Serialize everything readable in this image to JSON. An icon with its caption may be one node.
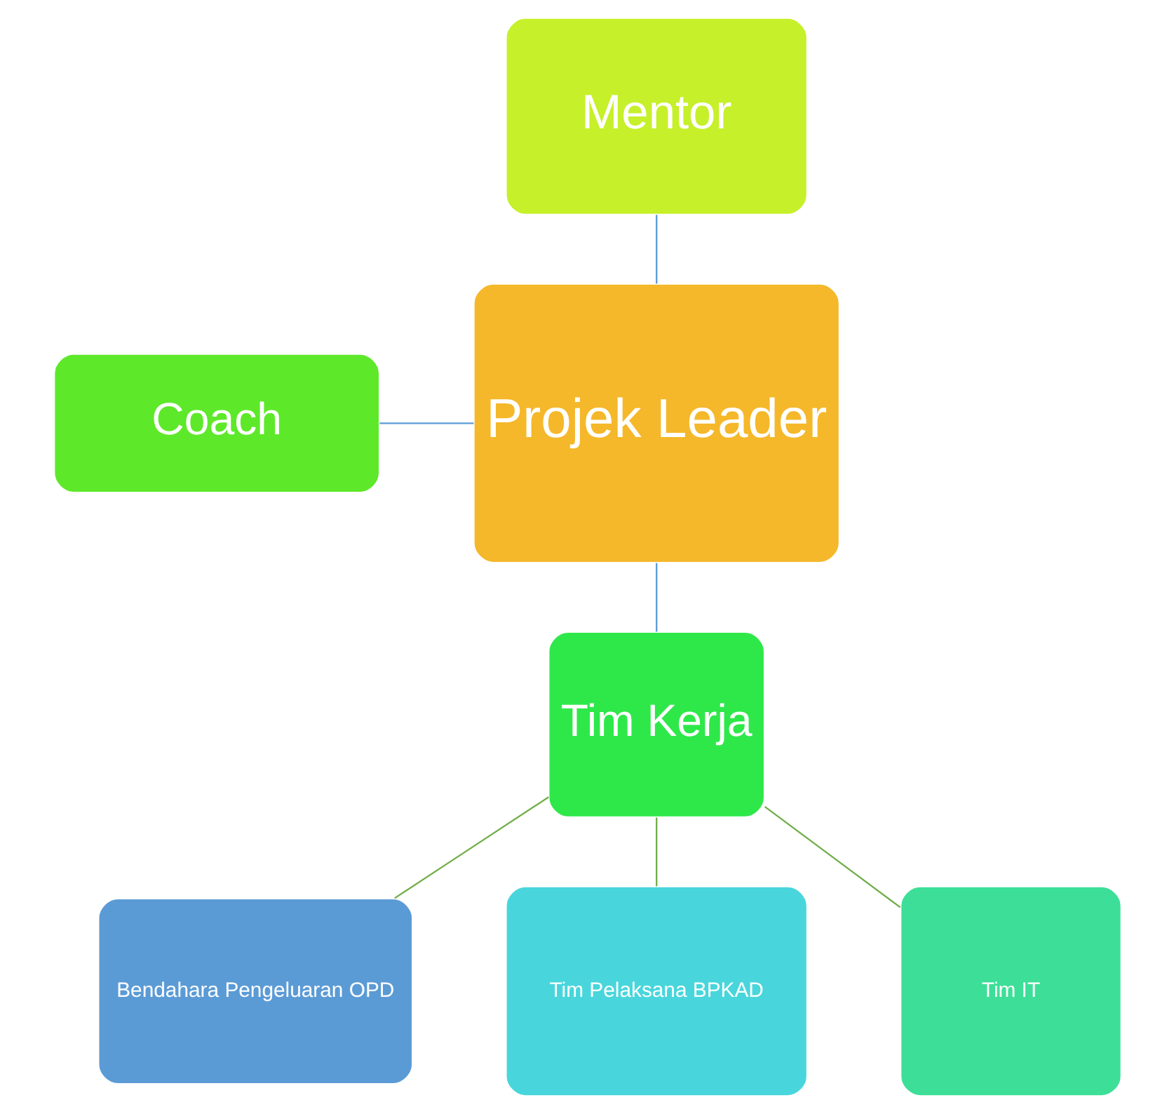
{
  "diagram": {
    "nodes": [
      {
        "text": [
          "Mentor"
        ]
      },
      {
        "text": [
          "Projek Leader"
        ]
      },
      {
        "text": [
          "Coach"
        ]
      },
      {
        "text": [
          "Tim Kerja"
        ]
      },
      {
        "text": [
          "Bendahara Pengeluaran OPD"
        ]
      },
      {
        "text": [
          "Tim Pelaksana BPKAD"
        ]
      },
      {
        "text": [
          "Tim IT"
        ]
      }
    ],
    "edges": [
      {
        "from": 0,
        "to": 1,
        "arrow": "none",
        "color": "#5b9bd5"
      },
      {
        "from": 2,
        "to": 1,
        "arrow": "none",
        "color": "#5b9bd5"
      },
      {
        "from": 1,
        "to": 3,
        "arrow": "none",
        "color": "#5b9bd5"
      },
      {
        "from": 3,
        "to": 4,
        "arrow": "none",
        "color": "#70ad47"
      },
      {
        "from": 3,
        "to": 5,
        "arrow": "none",
        "color": "#70ad47"
      },
      {
        "from": 3,
        "to": 6,
        "arrow": "none",
        "color": "#70ad47"
      }
    ]
  }
}
